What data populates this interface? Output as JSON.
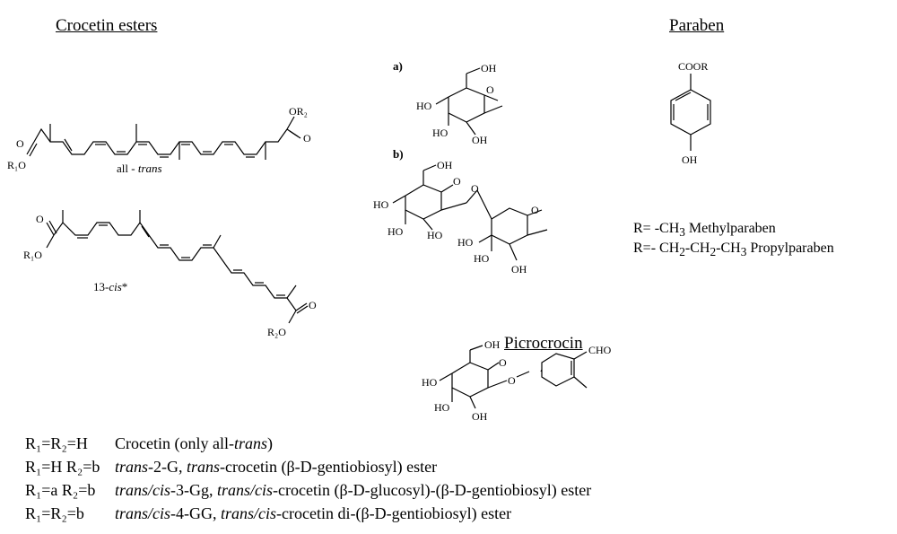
{
  "headers": {
    "crocetin": "Crocetin esters",
    "paraben": "Paraben",
    "picrocrocin": "Picrocrocin"
  },
  "labels": {
    "all_trans_prefix": "all - ",
    "all_trans_it": "trans",
    "cis_prefix": "13-",
    "cis_it": "cis",
    "cis_star": "*",
    "a": "a)",
    "b": "b)"
  },
  "atoms": {
    "R1O": "R₁O",
    "OR2": "OR₂",
    "R2O": "R₂O",
    "O": "O",
    "OH": "OH",
    "HO": "HO",
    "COOR": "COOR",
    "CHO": "CHO"
  },
  "paraben_r": [
    {
      "prefix": "R= -CH",
      "sub": "3",
      "rest": " Methylparaben"
    },
    {
      "prefix": "R=- CH",
      "sub": "2",
      "mid1": "-CH",
      "sub2": "2",
      "mid2": "-CH",
      "sub3": "3",
      "rest": " Propylparaben"
    }
  ],
  "legend": [
    {
      "code": "R₁=R₂=H",
      "text_a": "Crocetin (only all-",
      "text_it": "trans",
      "text_b": ")"
    },
    {
      "code": "R₁=H R₂=b",
      "text_it": "trans",
      "text_a": "-2-G, ",
      "text_it2": "trans",
      "text_b": "-crocetin (β-D-gentiobiosyl) ester"
    },
    {
      "code": "R₁=a R₂=b",
      "text_it": "trans/cis",
      "text_a": "-3-Gg, ",
      "text_it2": "trans/cis",
      "text_b": "-crocetin (β-D-glucosyl)-(β-D-gentiobiosyl) ester"
    },
    {
      "code": "R₁=R₂=b",
      "text_it": "trans/cis",
      "text_a": "-4-GG, ",
      "text_it2": "trans/cis",
      "text_b": "-crocetin di-(β-D-gentiobiosyl) ester"
    }
  ]
}
